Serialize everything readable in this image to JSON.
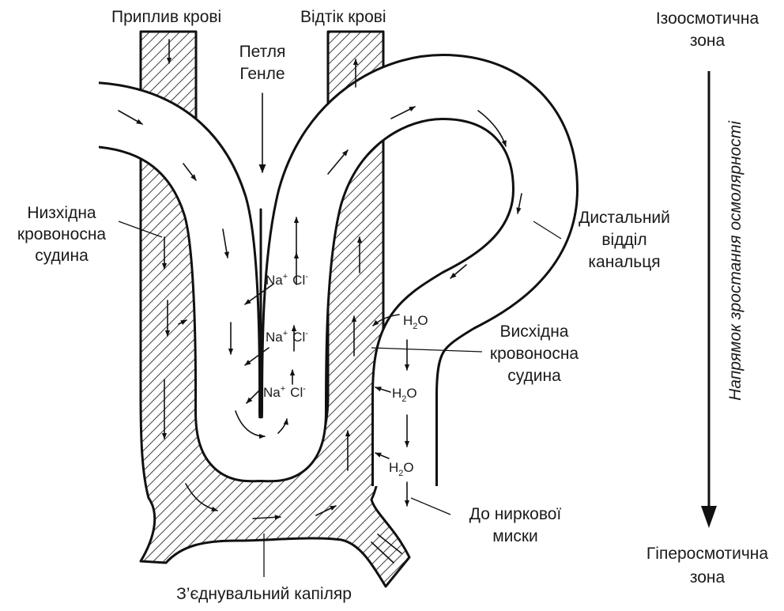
{
  "labels": {
    "blood_inflow": "Приплив крові",
    "blood_outflow": "Відтік крові",
    "isoosmotic_line1": "Ізоосмотична",
    "isoosmotic_line2": "зона",
    "henle_line1": "Петля",
    "henle_line2": "Генле",
    "descending_line1": "Низхідна",
    "descending_line2": "кровоносна",
    "descending_line3": "судина",
    "distal_line1": "Дистальний",
    "distal_line2": "відділ",
    "distal_line3": "канальця",
    "ascending_line1": "Висхідна",
    "ascending_line2": "кровоносна",
    "ascending_line3": "судина",
    "pelvis_line1": "До ниркової",
    "pelvis_line2": "миски",
    "connecting_capillary": "З’єднувальний капіляр",
    "hyperosmotic_line1": "Гіперосмотична",
    "hyperosmotic_line2": "зона",
    "osmolality_direction": "Напрямок зростання осмолярності"
  },
  "ions": {
    "na": "Na",
    "cl": "Cl",
    "plus": "+",
    "minus": "-",
    "h": "H",
    "two": "2",
    "o": "O"
  },
  "colors": {
    "ink": "#111111",
    "background": "#ffffff"
  }
}
